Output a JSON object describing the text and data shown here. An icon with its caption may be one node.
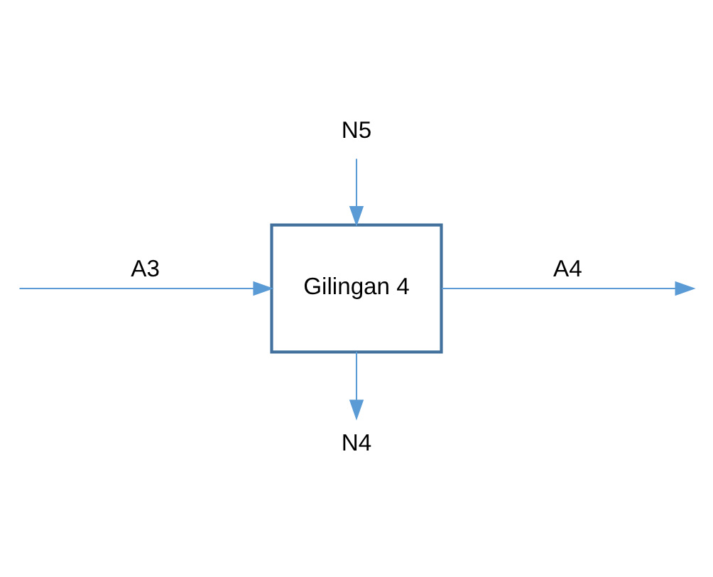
{
  "diagram": {
    "nodes": [
      {
        "text": [
          "Gilingan 4"
        ]
      },
      {
        "text": [
          "N5"
        ]
      },
      {
        "text": [
          "N4"
        ]
      }
    ],
    "edges": [
      {
        "from": null,
        "to": 0,
        "arrow": "to",
        "label": "A3"
      },
      {
        "from": 0,
        "to": null,
        "arrow": "to",
        "label": "A4"
      },
      {
        "from": 1,
        "to": 0,
        "arrow": "to"
      },
      {
        "from": 0,
        "to": 2,
        "arrow": "to"
      }
    ]
  }
}
